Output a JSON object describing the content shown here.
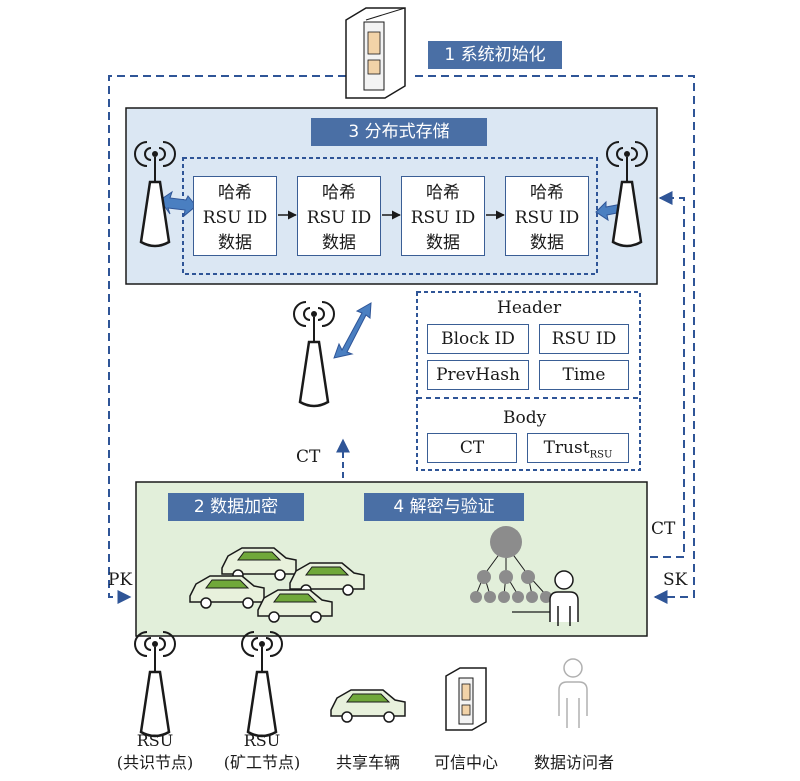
{
  "steps": {
    "init": "1 系统初始化",
    "storage": "3 分布式存储",
    "encrypt": "2 数据加密",
    "verify": "4 解密与验证"
  },
  "chain_blocks": [
    {
      "line1": "哈希",
      "line2": "RSU ID",
      "line3": "数据"
    },
    {
      "line1": "哈希",
      "line2": "RSU ID",
      "line3": "数据"
    },
    {
      "line1": "哈希",
      "line2": "RSU ID",
      "line3": "数据"
    },
    {
      "line1": "哈希",
      "line2": "RSU ID",
      "line3": "数据"
    }
  ],
  "block_detail": {
    "header_title": "Header",
    "fields": [
      "Block ID",
      "RSU ID",
      "PrevHash",
      "Time"
    ],
    "body_title": "Body",
    "ct": "CT",
    "trust": "Trust",
    "trust_sub": "RSU"
  },
  "edge_labels": {
    "ct_mid": "CT",
    "ct_right": "CT",
    "pk": "PK",
    "sk": "SK"
  },
  "legend": [
    {
      "line1": "RSU",
      "line2": "(共识节点)",
      "icon": "antenna-icon"
    },
    {
      "line1": "RSU",
      "line2": "(矿工节点)",
      "icon": "antenna-icon"
    },
    {
      "line1": "共享车辆",
      "line2": "",
      "icon": "car-icon"
    },
    {
      "line1": "可信中心",
      "line2": "",
      "icon": "server-icon"
    },
    {
      "line1": "数据访问者",
      "line2": "",
      "icon": "person-icon"
    }
  ],
  "colors": {
    "storage_bg": "#dbe7f3",
    "encrypt_bg": "#e2efda",
    "step_label": "#4a6fa5",
    "line_blue": "#2f5597",
    "car_green": "#70a83a",
    "node_grey": "#8c8c8c"
  }
}
